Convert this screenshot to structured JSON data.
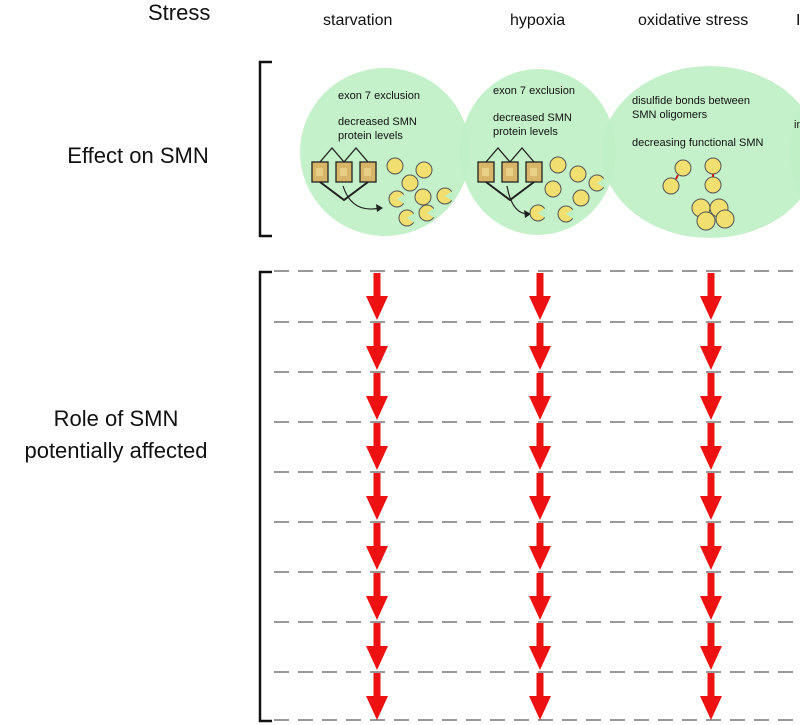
{
  "labels": {
    "stress": "Stress",
    "effect": "Effect on SMN",
    "role_line1": "Role of SMN",
    "role_line2": "potentially affected"
  },
  "columns": [
    {
      "title": "starvation",
      "effects": [
        "exon 7 exclusion",
        "decreased SMN",
        "protein levels"
      ]
    },
    {
      "title": "hypoxia",
      "effects": [
        "exon 7 exclusion",
        "decreased SMN",
        "protein levels"
      ]
    },
    {
      "title": "oxidative stress",
      "effects": [
        "disulfide bonds between",
        "SMN oligomers",
        "decreasing functional SMN"
      ]
    },
    {
      "title": "I",
      "effects": [
        "in"
      ]
    }
  ],
  "colors": {
    "bubble_fill": "#bff0c4",
    "arrow": "#ee1111",
    "protein": "#f1df6f",
    "exon": "#d9b56a"
  }
}
